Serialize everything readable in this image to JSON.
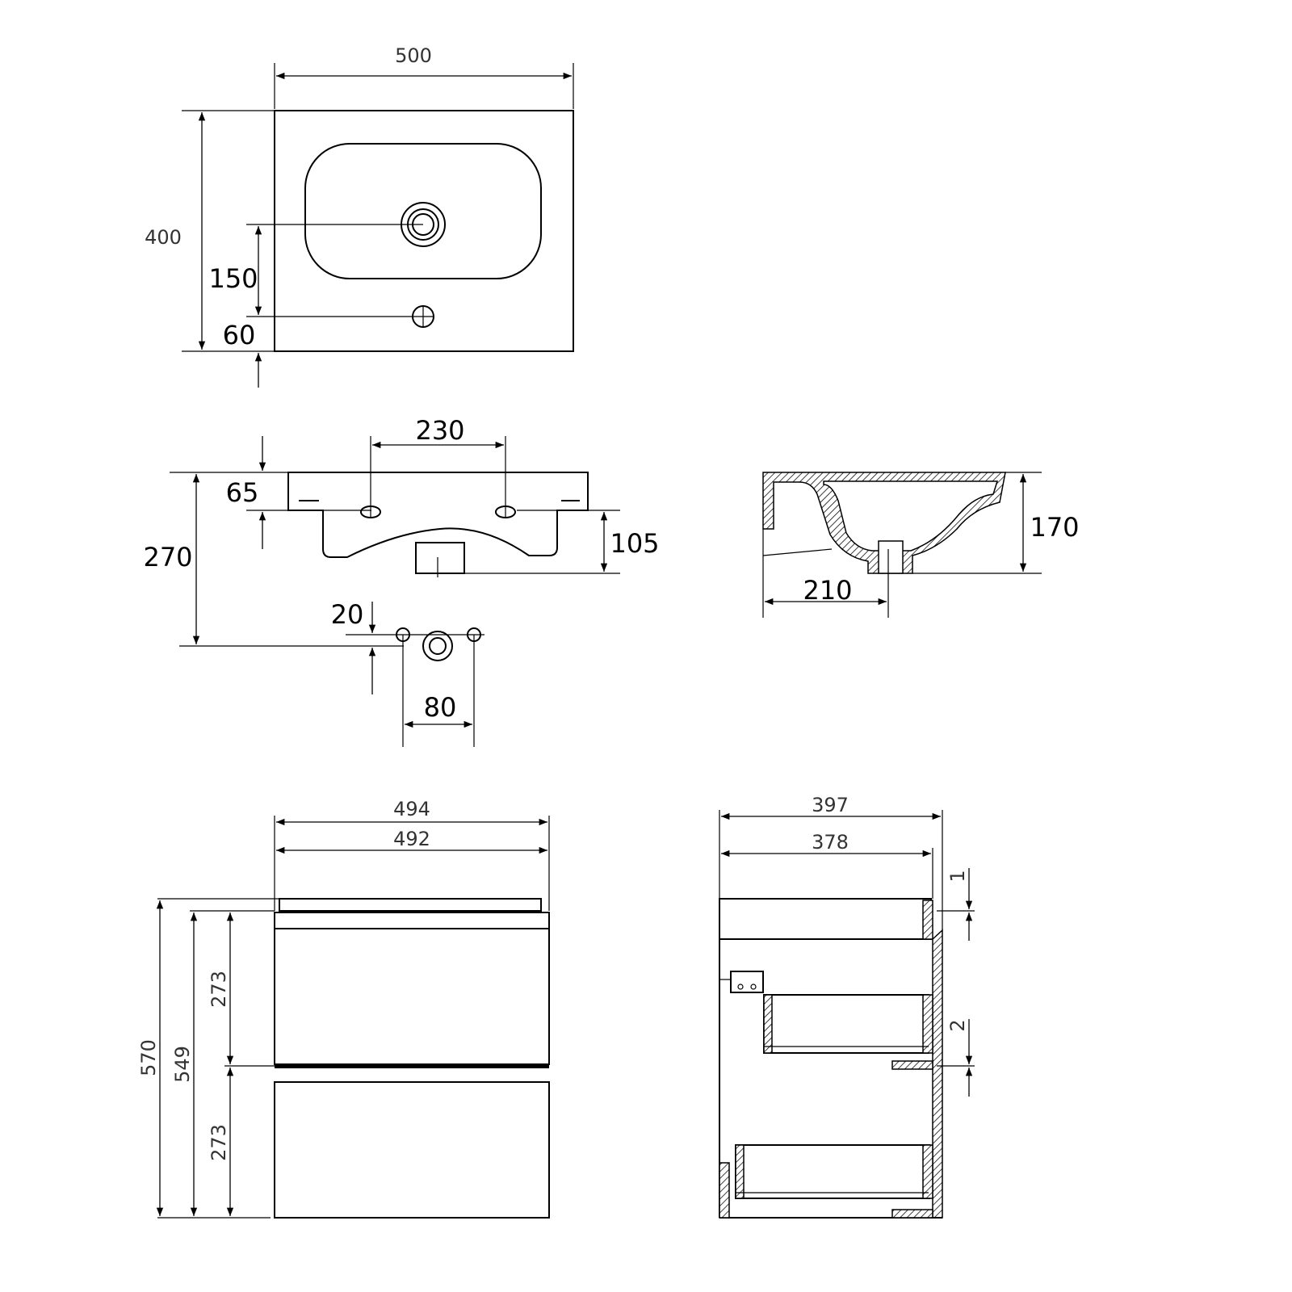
{
  "top_view": {
    "width": "500",
    "depth": "400",
    "drain_offset": "150",
    "tap_offset": "60"
  },
  "front_view": {
    "hole_spacing": "230",
    "hole_height": "65",
    "total_height": "270",
    "drain_height": "105",
    "pipe_offset": "20",
    "pipe_spacing": "80"
  },
  "section_view": {
    "height": "170",
    "drain_depth": "210"
  },
  "cabinet_front": {
    "width_outer": "494",
    "width_inner": "492",
    "height_total": "570",
    "height_body": "549",
    "drawer_top": "273",
    "drawer_bottom": "273"
  },
  "cabinet_side": {
    "depth_outer": "397",
    "depth_inner": "378",
    "gap_top": "1",
    "gap_mid": "2"
  }
}
